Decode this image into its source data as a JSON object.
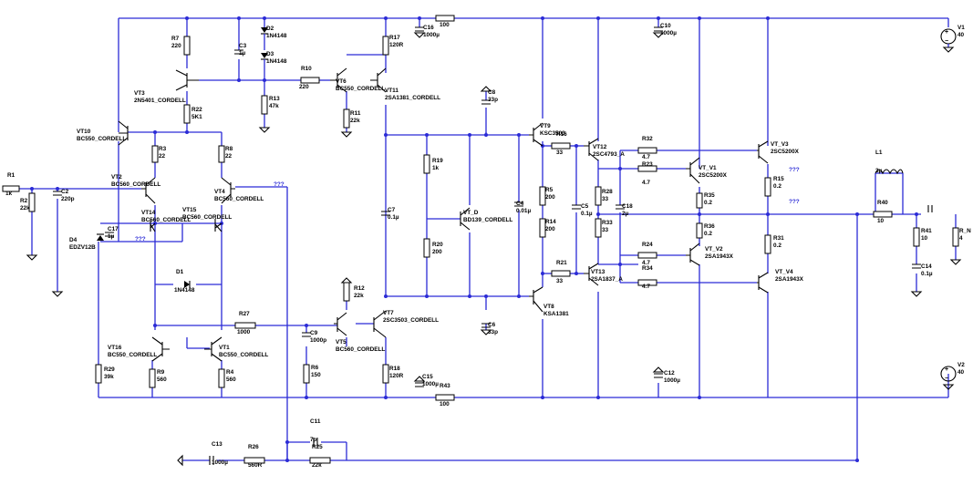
{
  "components": [
    {
      "id": "R1",
      "name": "R1",
      "value": "1k"
    },
    {
      "id": "R2",
      "name": "R2",
      "value": "22k"
    },
    {
      "id": "C2",
      "name": "C2",
      "value": "220p"
    },
    {
      "id": "D4",
      "name": "D4",
      "value": "EDZV12B"
    },
    {
      "id": "C17",
      "name": "C17",
      "value": "1µ"
    },
    {
      "id": "VT10",
      "name": "VT10",
      "value": "BC550_CORDELL"
    },
    {
      "id": "R7",
      "name": "R7",
      "value": "220"
    },
    {
      "id": "C3",
      "name": "C3",
      "value": "1µ"
    },
    {
      "id": "D2",
      "name": "D2",
      "value": "1N4148"
    },
    {
      "id": "D3",
      "name": "D3",
      "value": "1N4148"
    },
    {
      "id": "VT3",
      "name": "VT3",
      "value": "2N5401_CORDELL"
    },
    {
      "id": "R22",
      "name": "R22",
      "value": "5K1"
    },
    {
      "id": "R13",
      "name": "R13",
      "value": "47k"
    },
    {
      "id": "R10",
      "name": "R10",
      "value": "220"
    },
    {
      "id": "VT6",
      "name": "VT6",
      "value": "BC550_CORDELL"
    },
    {
      "id": "R11",
      "name": "R11",
      "value": "22k"
    },
    {
      "id": "R17",
      "name": "R17",
      "value": "120R"
    },
    {
      "id": "VT11",
      "name": "VT11",
      "value": "2SA1381_CORDELL"
    },
    {
      "id": "C16",
      "name": "C16",
      "value": "1000µ"
    },
    {
      "id": "R100",
      "name": "",
      "value": "100"
    },
    {
      "id": "R3",
      "name": "R3",
      "value": "22"
    },
    {
      "id": "R8",
      "name": "R8",
      "value": "22"
    },
    {
      "id": "VT2",
      "name": "VT2",
      "value": "BC560_CORDELL"
    },
    {
      "id": "VT4",
      "name": "VT4",
      "value": "BC560_CORDELL"
    },
    {
      "id": "VT14",
      "name": "VT14",
      "value": "BC560_CORDELL"
    },
    {
      "id": "VT15",
      "name": "VT15",
      "value": "BC560_CORDELL"
    },
    {
      "id": "D1",
      "name": "D1",
      "value": "1N4148"
    },
    {
      "id": "R27",
      "name": "R27",
      "value": "1000"
    },
    {
      "id": "VT16",
      "name": "VT16",
      "value": "BC550_CORDELL"
    },
    {
      "id": "VT1",
      "name": "VT1",
      "value": "BC550_CORDELL"
    },
    {
      "id": "R29",
      "name": "R29",
      "value": "39k"
    },
    {
      "id": "R9",
      "name": "R9",
      "value": "560"
    },
    {
      "id": "R4",
      "name": "R4",
      "value": "560"
    },
    {
      "id": "C9",
      "name": "C9",
      "value": "1000p"
    },
    {
      "id": "R6",
      "name": "R6",
      "value": "150"
    },
    {
      "id": "VT5",
      "name": "VT5",
      "value": "BC560_CORDELL"
    },
    {
      "id": "VT7",
      "name": "VT7",
      "value": "2SC3503_CORDELL"
    },
    {
      "id": "R12",
      "name": "R12",
      "value": "22k"
    },
    {
      "id": "R18",
      "name": "R18",
      "value": "120R"
    },
    {
      "id": "C15",
      "name": "C15",
      "value": "1000µ"
    },
    {
      "id": "R43",
      "name": "R43",
      "value": "100"
    },
    {
      "id": "C7",
      "name": "C7",
      "value": "0.1µ"
    },
    {
      "id": "R19",
      "name": "R19",
      "value": "1k"
    },
    {
      "id": "R20",
      "name": "R20",
      "value": "200"
    },
    {
      "id": "VT_D",
      "name": "VT_D",
      "value": "BD139_CORDELL"
    },
    {
      "id": "C8",
      "name": "C8",
      "value": "33p"
    },
    {
      "id": "C6",
      "name": "C6",
      "value": "33p"
    },
    {
      "id": "C4",
      "name": "C4",
      "value": "0.01µ"
    },
    {
      "id": "VT9",
      "name": "VT9",
      "value": "KSC3503"
    },
    {
      "id": "VT8",
      "name": "VT8",
      "value": "KSA1381"
    },
    {
      "id": "R5",
      "name": "R5",
      "value": "200"
    },
    {
      "id": "R14",
      "name": "R14",
      "value": "200"
    },
    {
      "id": "R16",
      "name": "R16",
      "value": "33"
    },
    {
      "id": "R21",
      "name": "R21",
      "value": "33"
    },
    {
      "id": "C5",
      "name": "C5",
      "value": "0.1µ"
    },
    {
      "id": "VT12",
      "name": "VT12",
      "value": "2SC4793_A"
    },
    {
      "id": "VT13",
      "name": "VT13",
      "value": "2SA1837_A"
    },
    {
      "id": "R28",
      "name": "R28",
      "value": "33"
    },
    {
      "id": "R33",
      "name": "R33",
      "value": "33"
    },
    {
      "id": "C18",
      "name": "C18",
      "value": "2µ"
    },
    {
      "id": "C10",
      "name": "C10",
      "value": "1000µ"
    },
    {
      "id": "C12",
      "name": "C12",
      "value": "1000µ"
    },
    {
      "id": "R32",
      "name": "R32",
      "value": "4.7"
    },
    {
      "id": "R23",
      "name": "R23",
      "value": "4.7"
    },
    {
      "id": "R24",
      "name": "R24",
      "value": "4.7"
    },
    {
      "id": "R34",
      "name": "R34",
      "value": "4.7"
    },
    {
      "id": "VT_V1",
      "name": "VT_V1",
      "value": "2SC5200X"
    },
    {
      "id": "VT_V2",
      "name": "VT_V2",
      "value": "2SA1943X"
    },
    {
      "id": "VT_V3",
      "name": "VT_V3",
      "value": "2SC5200X"
    },
    {
      "id": "VT_V4",
      "name": "VT_V4",
      "value": "2SA1943X"
    },
    {
      "id": "R35",
      "name": "R35",
      "value": "0.2"
    },
    {
      "id": "R36",
      "name": "R36",
      "value": "0.2"
    },
    {
      "id": "R15",
      "name": "R15",
      "value": "0.2"
    },
    {
      "id": "R31",
      "name": "R31",
      "value": "0.2"
    },
    {
      "id": "L1",
      "name": "L1",
      "value": "3µ"
    },
    {
      "id": "R40",
      "name": "R40",
      "value": "10"
    },
    {
      "id": "R41",
      "name": "R41",
      "value": "10"
    },
    {
      "id": "C14",
      "name": "C14",
      "value": "0.1µ"
    },
    {
      "id": "R_N",
      "name": "R_N",
      "value": "4"
    },
    {
      "id": "V1",
      "name": "V1",
      "value": "40"
    },
    {
      "id": "V2",
      "name": "V2",
      "value": "40"
    },
    {
      "id": "C11",
      "name": "C11",
      "value": "7p"
    },
    {
      "id": "C13",
      "name": "C13",
      "value": "1000µ"
    },
    {
      "id": "R26",
      "name": "R26",
      "value": "560R"
    },
    {
      "id": "R25",
      "name": "R25",
      "value": "22k"
    }
  ],
  "net_labels": {
    "q1": "???",
    "q2": "???",
    "q3": "???",
    "q4": "???"
  },
  "colors": {
    "wire": "#2b2bd6",
    "component": "#000000",
    "background": "#ffffff"
  }
}
